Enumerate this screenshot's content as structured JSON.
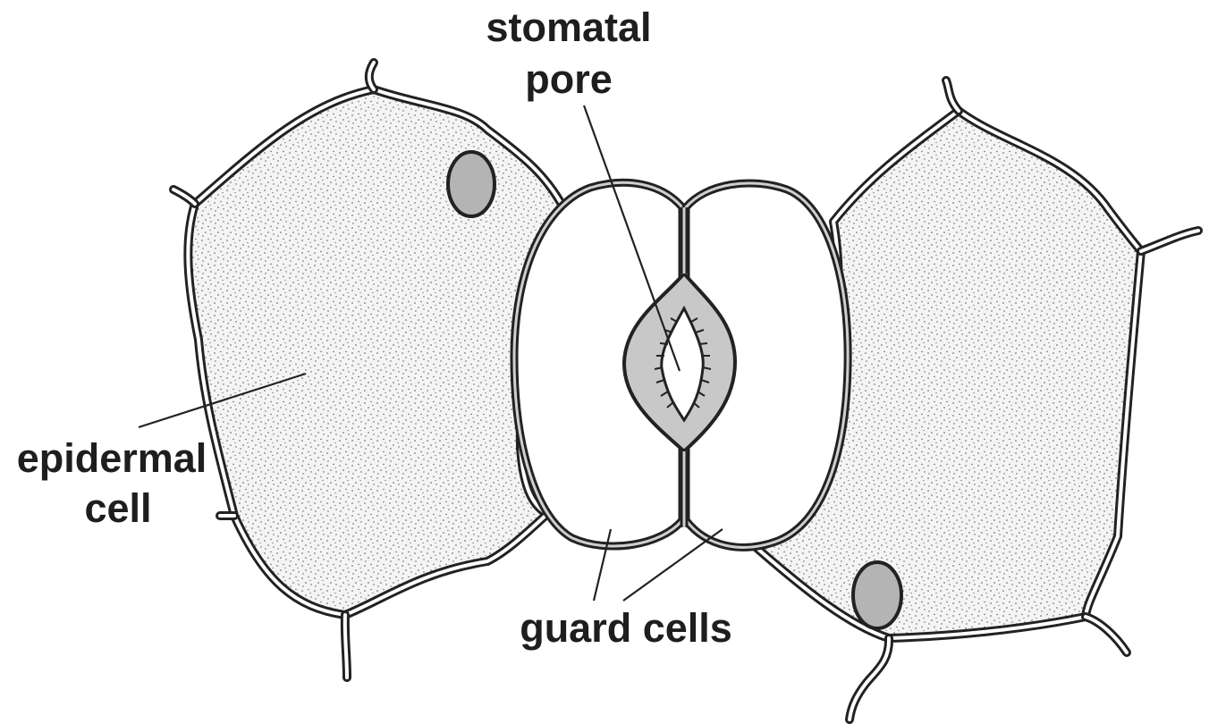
{
  "labels": {
    "stomatal_pore_line1": "stomatal",
    "stomatal_pore_line2": "pore",
    "epidermal_cell_line1": "epidermal",
    "epidermal_cell_line2": "cell",
    "guard_cells": "guard cells"
  },
  "colors": {
    "outline": "#222222",
    "epidermal_fill": "#f4f4f4",
    "stipple": "#555555",
    "nucleus_fill": "#b4b4b4",
    "pore_rim_fill": "#c8c8c8",
    "guard_cell_fill": "#ffffff"
  }
}
